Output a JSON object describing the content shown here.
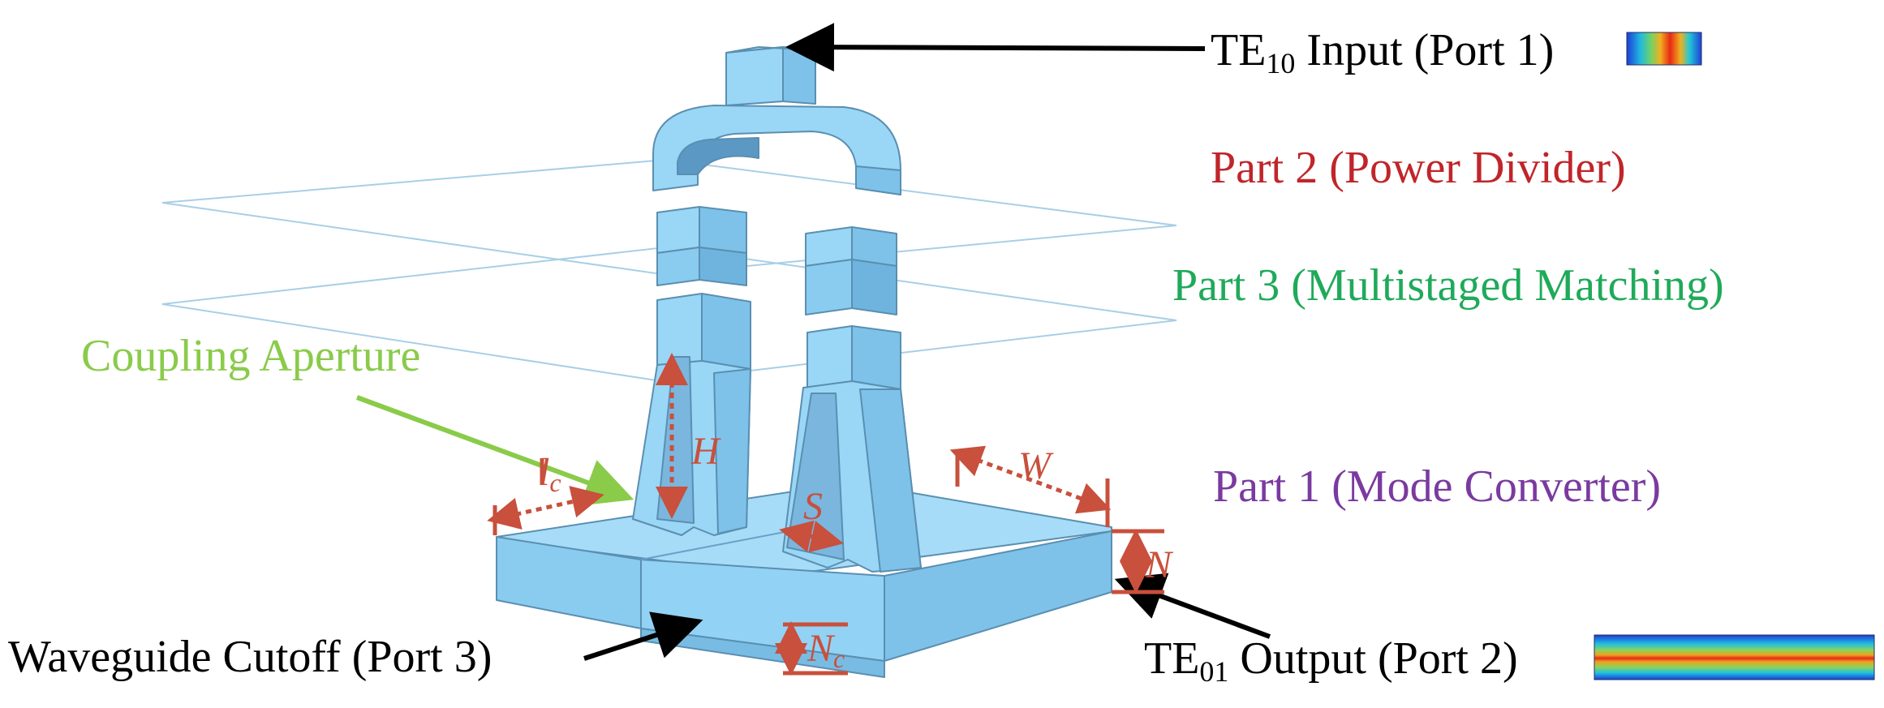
{
  "labels": {
    "te10_input": {
      "prefix": "TE",
      "sub": "10",
      "suffix": " Input (Port 1)"
    },
    "part2": "Part 2 (Power Divider)",
    "part3": "Part 3 (Multistaged Matching)",
    "part1": "Part 1 (Mode Converter)",
    "coupling": "Coupling Aperture",
    "cutoff": "Waveguide Cutoff (Port 3)",
    "te01_output": {
      "prefix": "TE",
      "sub": "01",
      "suffix": " Output (Port 2)"
    }
  },
  "dimensions": {
    "H": "H",
    "W": "W",
    "S": "S",
    "N": "N",
    "lc": {
      "base": "l",
      "sub": "c"
    },
    "Nc": {
      "base": "N",
      "sub": "c"
    }
  },
  "colors": {
    "part2": "#c0252a",
    "part3": "#1faa5a",
    "part1": "#7a3aa0",
    "coupling": "#8acb4a",
    "dimension": "#c8503c",
    "body": "#8fcff2"
  }
}
